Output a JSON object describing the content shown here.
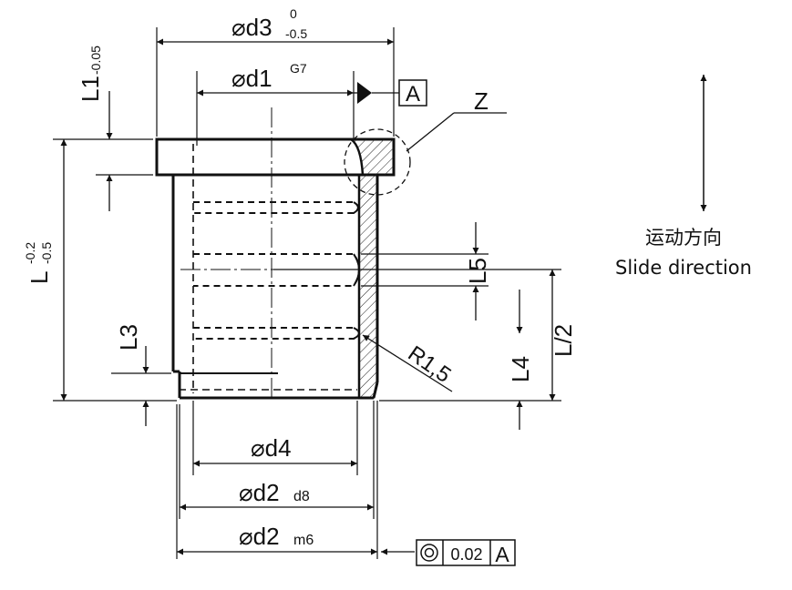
{
  "dims": {
    "d3": "⌀d3",
    "d3_tol_upper": "0",
    "d3_tol_lower": "-0.5",
    "d1": "⌀d1",
    "d1_fit": "G7",
    "d4": "⌀d4",
    "d2d8": "⌀d2",
    "d2d8_fit": "d8",
    "d2m6": "⌀d2",
    "d2m6_fit": "m6",
    "L1": "L1",
    "L1_tol": "-0.05",
    "L": "L",
    "L_tol_upper": "-0.2",
    "L_tol_lower": "-0.5",
    "L3": "L3",
    "L4": "L4",
    "L5": "L5",
    "Lhalf": "L/2",
    "R": "R1,5"
  },
  "datum": {
    "letter": "A"
  },
  "detail": {
    "letter": "Z"
  },
  "tolerance_frame": {
    "value": "0.02",
    "datum": "A"
  },
  "motion": {
    "label_cn": "运动方向",
    "label_en": "Slide direction"
  }
}
